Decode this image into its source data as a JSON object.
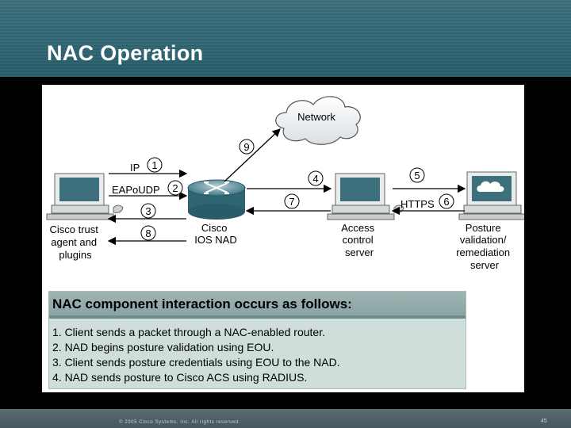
{
  "slide": {
    "title": "NAC Operation",
    "copyright": "© 2005 Cisco Systems, Inc. All rights reserved.",
    "page_number": "45"
  },
  "diagram": {
    "network_label": "Network",
    "client_label": [
      "Cisco trust",
      "agent and",
      "plugins"
    ],
    "router_label": [
      "Cisco",
      "IOS NAD"
    ],
    "acs_label": [
      "Access",
      "control",
      "server"
    ],
    "posture_label": [
      "Posture",
      "validation/",
      "remediation",
      "server"
    ],
    "arrow_labels": {
      "ip": "IP",
      "eapoudp": "EAPoUDP",
      "https": "HTTPS"
    },
    "steps": [
      "1",
      "2",
      "3",
      "8",
      "9",
      "4",
      "7",
      "5",
      "6"
    ]
  },
  "interaction_box": {
    "title": "NAC component interaction occurs as follows:",
    "items": [
      "1.  Client sends a packet through a NAC-enabled router.",
      "2.  NAD begins posture validation using EOU.",
      "3.  Client sends posture credentials using EOU to the NAD.",
      "4.  NAD sends posture to Cisco ACS using RADIUS."
    ]
  }
}
